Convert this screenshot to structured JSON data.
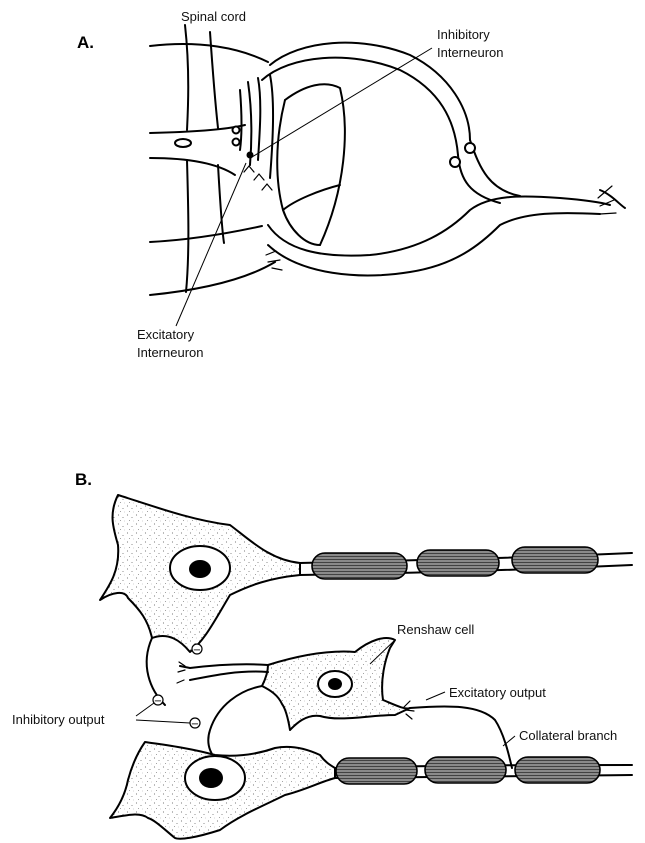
{
  "panel_a": {
    "label": "A.",
    "spinal_cord": "Spinal cord",
    "inhibitory_interneuron_line1": "Inhibitory",
    "inhibitory_interneuron_line2": "Interneuron",
    "excitatory_interneuron_line1": "Excitatory",
    "excitatory_interneuron_line2": "Interneuron"
  },
  "panel_b": {
    "label": "B.",
    "renshaw_cell": "Renshaw cell",
    "excitatory_output": "Excitatory output",
    "collateral_branch": "Collateral branch",
    "inhibitory_output": "Inhibitory output",
    "minus_sign": "−"
  }
}
